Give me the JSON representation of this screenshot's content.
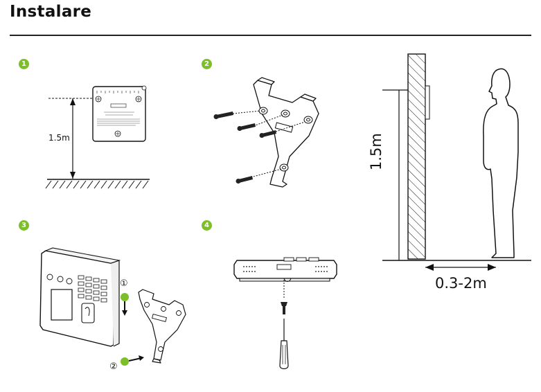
{
  "title": "Instalare",
  "steps": {
    "s1": "1",
    "s2": "2",
    "s3": "3",
    "s4": "4"
  },
  "step1": {
    "height_label": "1.5m"
  },
  "step3": {
    "marker_1": "①",
    "marker_2": "②"
  },
  "side_view": {
    "height_label": "1.5m",
    "distance_label": "0.3-2m"
  },
  "colors": {
    "accent_green": "#7cbf28",
    "line": "#111111"
  }
}
